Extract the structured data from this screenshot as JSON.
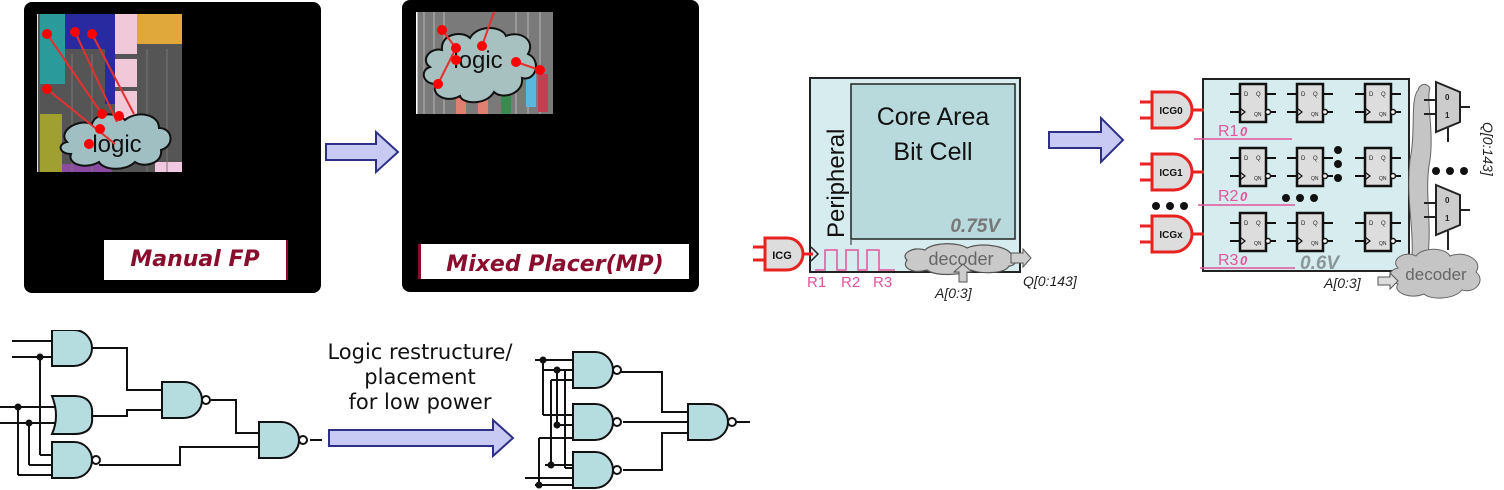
{
  "floorplan": {
    "manual": {
      "caption": "Manual FP",
      "cloud_label": "logic"
    },
    "mixed": {
      "caption": "Mixed Placer(MP)",
      "cloud_label": "logic"
    }
  },
  "memory_before": {
    "core_title_line1": "Core Area",
    "core_title_line2": "Bit Cell",
    "peripheral_label": "Peripheral",
    "voltage": "0.75V",
    "icg_label": "ICG",
    "decoder_label": "decoder",
    "row_labels": [
      "R1",
      "R2",
      "R3"
    ],
    "address_label": "A[0:3]",
    "output_label": "Q[0:143]"
  },
  "memory_after": {
    "icg_labels": [
      "ICG0",
      "ICG1",
      "ICGx"
    ],
    "row_labels": [
      "R1",
      "R2",
      "R3"
    ],
    "row_values": [
      "0",
      "0",
      "0"
    ],
    "voltage": "0.6V",
    "decoder_label": "decoder",
    "address_label": "A[0:3]",
    "output_label": "Q[0:143]",
    "flipflop_pins": {
      "d": "D",
      "q": "Q",
      "qn": "QN"
    },
    "mux_inputs": [
      "0",
      "1"
    ]
  },
  "logic": {
    "arrow_label_line1": "Logic restructure/",
    "arrow_label_line2": "placement",
    "arrow_label_line3": "for low power"
  },
  "colors": {
    "caption_text": "#8b0d2e",
    "gate_fill": "#b5dde0",
    "memory_fill": "#d7ecee",
    "core_fill": "#b8dadc",
    "icg_red": "#e8231f",
    "row_pink": "#e0559b",
    "arrow_fill": "#c6c8f3",
    "arrow_stroke": "#2e2f86",
    "pin_dot": "#ff0000"
  }
}
